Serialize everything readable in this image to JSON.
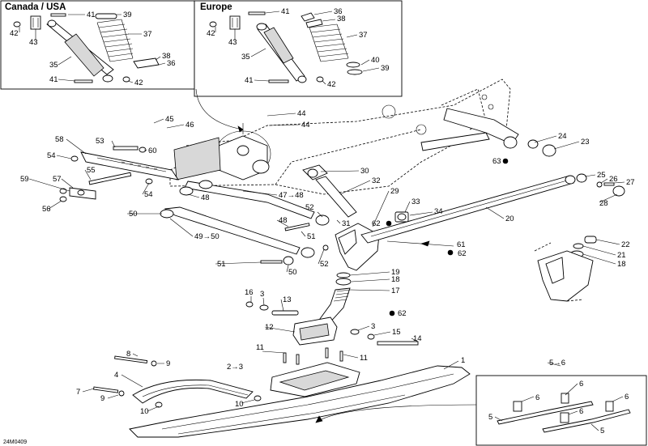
{
  "inset_titles": {
    "left": "Canada / USA",
    "right": "Europe"
  },
  "drawing_code": "24M0409",
  "callouts": [
    {
      "id": "c-41a",
      "text": "41"
    },
    {
      "id": "c-39a",
      "text": "39"
    },
    {
      "id": "c-42a",
      "text": "42"
    },
    {
      "id": "c-43a",
      "text": "43"
    },
    {
      "id": "c-37a",
      "text": "37"
    },
    {
      "id": "c-35a",
      "text": "35"
    },
    {
      "id": "c-38a",
      "text": "38"
    },
    {
      "id": "c-36a",
      "text": "36"
    },
    {
      "id": "c-41b",
      "text": "41"
    },
    {
      "id": "c-42b",
      "text": "42"
    },
    {
      "id": "c-41c",
      "text": "41"
    },
    {
      "id": "c-36b",
      "text": "36"
    },
    {
      "id": "c-38b",
      "text": "38"
    },
    {
      "id": "c-42c",
      "text": "42"
    },
    {
      "id": "c-43b",
      "text": "43"
    },
    {
      "id": "c-37b",
      "text": "37"
    },
    {
      "id": "c-35b",
      "text": "35"
    },
    {
      "id": "c-40",
      "text": "40"
    },
    {
      "id": "c-39b",
      "text": "39"
    },
    {
      "id": "c-41d",
      "text": "41"
    },
    {
      "id": "c-42d",
      "text": "42"
    },
    {
      "id": "c-44a",
      "text": "44"
    },
    {
      "id": "c-45",
      "text": "45"
    },
    {
      "id": "c-46",
      "text": "46"
    },
    {
      "id": "c-44b",
      "text": "44"
    },
    {
      "id": "c-58",
      "text": "58"
    },
    {
      "id": "c-53",
      "text": "53"
    },
    {
      "id": "c-60",
      "text": "60"
    },
    {
      "id": "c-54a",
      "text": "54"
    },
    {
      "id": "c-55",
      "text": "55"
    },
    {
      "id": "c-30",
      "text": "30"
    },
    {
      "id": "c-59",
      "text": "59"
    },
    {
      "id": "c-57",
      "text": "57"
    },
    {
      "id": "c-54b",
      "text": "54"
    },
    {
      "id": "c-56",
      "text": "56"
    },
    {
      "id": "c-48a",
      "text": "48"
    },
    {
      "id": "c-47-48",
      "text": "47→48"
    },
    {
      "id": "c-32",
      "text": "32"
    },
    {
      "id": "c-29",
      "text": "29"
    },
    {
      "id": "c-52a",
      "text": "52"
    },
    {
      "id": "c-33",
      "text": "33"
    },
    {
      "id": "c-50a",
      "text": "50"
    },
    {
      "id": "c-31",
      "text": "31"
    },
    {
      "id": "c-62a",
      "text": "62"
    },
    {
      "id": "c-34",
      "text": "34"
    },
    {
      "id": "c-48b",
      "text": "48"
    },
    {
      "id": "c-20",
      "text": "20"
    },
    {
      "id": "c-49-50",
      "text": "49→50"
    },
    {
      "id": "c-51a",
      "text": "51"
    },
    {
      "id": "c-61",
      "text": "61"
    },
    {
      "id": "c-62b",
      "text": "62"
    },
    {
      "id": "c-51b",
      "text": "51"
    },
    {
      "id": "c-52b",
      "text": "52"
    },
    {
      "id": "c-50b",
      "text": "50"
    },
    {
      "id": "c-24",
      "text": "24"
    },
    {
      "id": "c-23",
      "text": "23"
    },
    {
      "id": "c-63",
      "text": "63"
    },
    {
      "id": "c-25",
      "text": "25"
    },
    {
      "id": "c-26",
      "text": "26"
    },
    {
      "id": "c-27",
      "text": "27"
    },
    {
      "id": "c-28",
      "text": "28"
    },
    {
      "id": "c-22",
      "text": "22"
    },
    {
      "id": "c-21",
      "text": "21"
    },
    {
      "id": "c-18a",
      "text": "18"
    },
    {
      "id": "c-19",
      "text": "19"
    },
    {
      "id": "c-18b",
      "text": "18"
    },
    {
      "id": "c-17",
      "text": "17"
    },
    {
      "id": "c-16",
      "text": "16"
    },
    {
      "id": "c-3a",
      "text": "3"
    },
    {
      "id": "c-13",
      "text": "13"
    },
    {
      "id": "c-62c",
      "text": "62"
    },
    {
      "id": "c-12",
      "text": "12"
    },
    {
      "id": "c-3b",
      "text": "3"
    },
    {
      "id": "c-15",
      "text": "15"
    },
    {
      "id": "c-14",
      "text": "14"
    },
    {
      "id": "c-11a",
      "text": "11"
    },
    {
      "id": "c-11b",
      "text": "11"
    },
    {
      "id": "c-8",
      "text": "8"
    },
    {
      "id": "c-9a",
      "text": "9"
    },
    {
      "id": "c-2-3",
      "text": "2→3"
    },
    {
      "id": "c-1",
      "text": "1"
    },
    {
      "id": "c-4",
      "text": "4"
    },
    {
      "id": "c-7",
      "text": "7"
    },
    {
      "id": "c-9b",
      "text": "9"
    },
    {
      "id": "c-10a",
      "text": "10"
    },
    {
      "id": "c-10b",
      "text": "10"
    },
    {
      "id": "c-5-6",
      "text": "5→6"
    },
    {
      "id": "c-6a",
      "text": "6"
    },
    {
      "id": "c-6b",
      "text": "6"
    },
    {
      "id": "c-6c",
      "text": "6"
    },
    {
      "id": "c-6d",
      "text": "6"
    },
    {
      "id": "c-5a",
      "text": "5"
    },
    {
      "id": "c-5b",
      "text": "5"
    }
  ]
}
